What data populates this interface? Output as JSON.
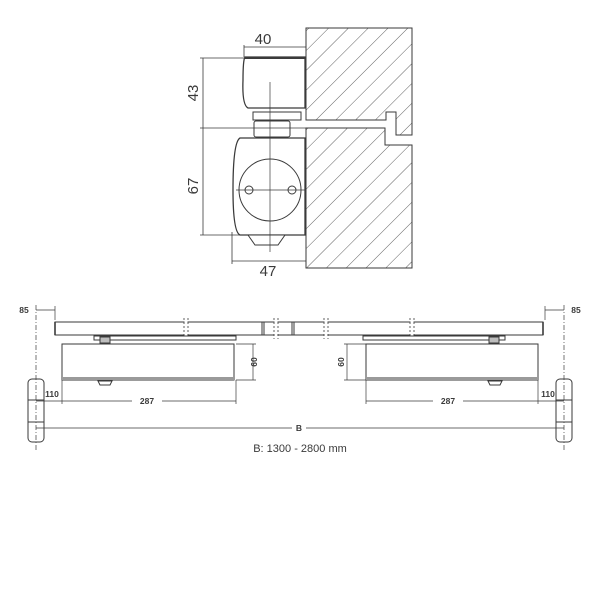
{
  "top_view": {
    "dim_width_top": "40",
    "dim_height_top": "43",
    "dim_height_body": "67",
    "dim_width_body": "47"
  },
  "front_view": {
    "left": {
      "dim_offset": "85",
      "dim_height": "60",
      "dim_gap": "110",
      "dim_length": "287"
    },
    "right": {
      "dim_offset": "85",
      "dim_height": "60",
      "dim_gap": "110",
      "dim_length": "287"
    },
    "dim_total_label": "B",
    "range_caption": "B: 1300 - 2800 mm"
  },
  "colors": {
    "line": "#3a3a3a",
    "body_fill": "#ffffff",
    "bar_fill": "#9a9a9a"
  }
}
